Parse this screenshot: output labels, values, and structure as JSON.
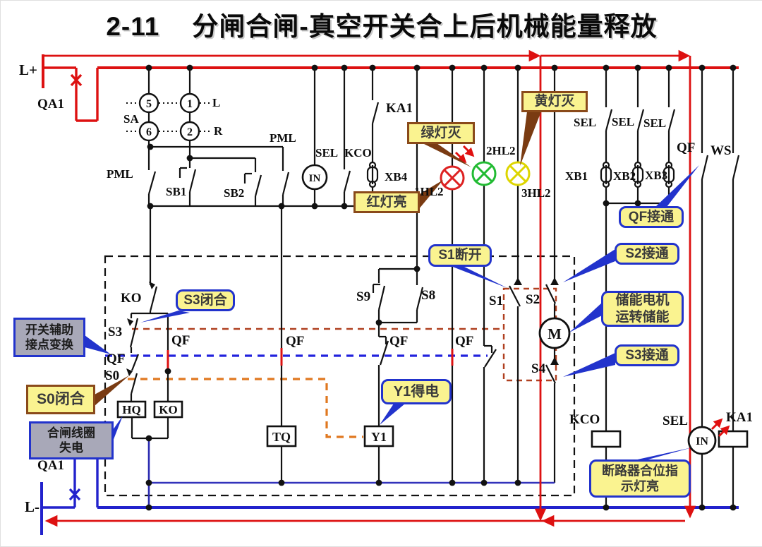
{
  "title": {
    "number": "2-11",
    "text": "分闸合闸-真空开关合上后机械能量释放"
  },
  "terminals": {
    "l_plus": "L+",
    "l_minus": "L-",
    "qa1_top": "QA1",
    "qa1_bottom": "QA1"
  },
  "selector": {
    "name": "SA",
    "contact_5": "5",
    "contact_1": "1",
    "contact_6": "6",
    "contact_2": "2",
    "left_pos": "L",
    "right_pos": "R"
  },
  "labels": {
    "pml_left": "PML",
    "sb1": "SB1",
    "sb2": "SB2",
    "pml_right": "PML",
    "sel_mid": "SEL",
    "kco_mid": "KCO",
    "ka1_top": "KA1",
    "xb4": "XB4",
    "hl1": "1HL2",
    "hl2": "2HL2",
    "hl3": "3HL2",
    "sel1": "SEL",
    "sel2": "SEL",
    "sel3": "SEL",
    "xb1": "XB1",
    "xb2": "XB2",
    "xb3": "XB3",
    "qf_main": "QF",
    "ws": "WS",
    "ko_switch": "KO",
    "s3": "S3",
    "qf_left": "QF",
    "s0": "S0",
    "qf_ko": "QF",
    "s9": "S9",
    "s8": "S8",
    "qf_tq": "QF",
    "qf_y1": "QF",
    "qf_2hl": "QF",
    "s1": "S1",
    "s2": "S2",
    "s4": "S4",
    "kco_coil": "KCO",
    "sel_ind": "SEL",
    "ka1_coil": "KA1"
  },
  "devices": {
    "hq_coil": "HQ",
    "ko_coil": "KO",
    "tq_coil": "TQ",
    "y1_coil": "Y1",
    "in_top": "IN",
    "in_bottom": "IN",
    "motor": "M"
  },
  "callouts": {
    "green_off": "绿灯灭",
    "yellow_off": "黄灯灭",
    "red_on": "红灯亮",
    "s1_open": "S1断开",
    "qf_on": "QF接通",
    "s2_on": "S2接通",
    "motor_line1": "储能电机",
    "motor_line2": "运转储能",
    "s3_on": "S3接通",
    "s3_close": "S3闭合",
    "aux_line1": "开关辅助",
    "aux_line2": "接点变换",
    "s0_close": "S0闭合",
    "coil_line1": "合闸线圈",
    "coil_line2": "失电",
    "y1_on": "Y1得电",
    "breaker_line1": "断路器合位指",
    "breaker_line2": "示灯亮"
  },
  "colors": {
    "bus_positive": "#dd1111",
    "bus_negative": "#2222cc",
    "wire": "#111111",
    "lamp_red": "#dd2222",
    "lamp_green": "#22bb33",
    "lamp_yellow": "#ddd500",
    "callout_yellow_bg": "#faf390",
    "callout_gray_bg": "#a8a8b8",
    "callout_blue_border": "#2233cc",
    "callout_brown_border": "#8a4a1a",
    "linkage_brown": "#b04020",
    "linkage_blue": "#2222dd",
    "linkage_orange": "#e07820"
  }
}
